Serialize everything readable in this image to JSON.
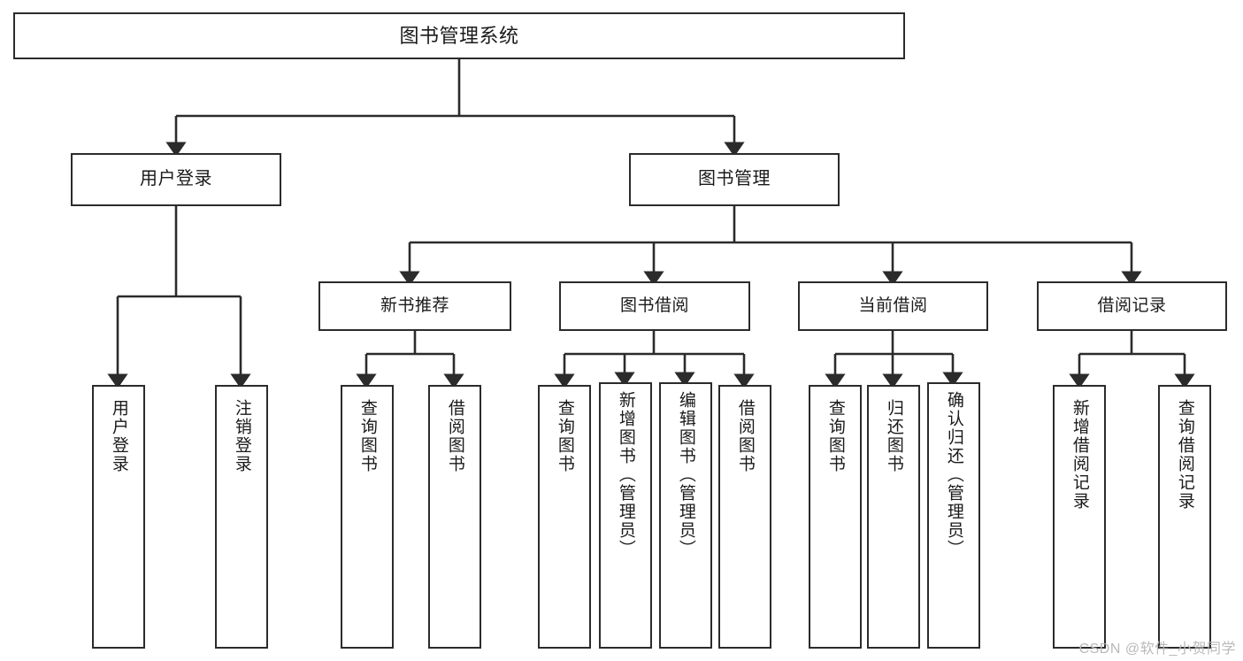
{
  "diagram": {
    "type": "tree",
    "title": "图书管理系统",
    "root": {
      "label": "图书管理系统"
    },
    "level2": [
      {
        "label": "用户登录"
      },
      {
        "label": "图书管理"
      }
    ],
    "level3": [
      {
        "label": "新书推荐"
      },
      {
        "label": "图书借阅"
      },
      {
        "label": "当前借阅"
      },
      {
        "label": "借阅记录"
      }
    ],
    "leaves": {
      "user_login": [
        {
          "label": "用户登录"
        },
        {
          "label": "注销登录"
        }
      ],
      "new_book_recommend": [
        {
          "label": "查询图书"
        },
        {
          "label": "借阅图书"
        }
      ],
      "book_borrow": [
        {
          "label": "查询图书"
        },
        {
          "label": "新增图书（管理员）"
        },
        {
          "label": "编辑图书（管理员）"
        },
        {
          "label": "借阅图书"
        }
      ],
      "current_borrow": [
        {
          "label": "查询图书"
        },
        {
          "label": "归还图书"
        },
        {
          "label": "确认归还（管理员）"
        }
      ],
      "borrow_records": [
        {
          "label": "新增借阅记录"
        },
        {
          "label": "查询借阅记录"
        }
      ]
    }
  },
  "watermark": {
    "text": "CSDN @软件_小贺同学"
  },
  "colors": {
    "stroke": "#2b2b2b",
    "background": "#ffffff",
    "text": "#1a1a1a",
    "watermark": "#b9b9b9"
  }
}
